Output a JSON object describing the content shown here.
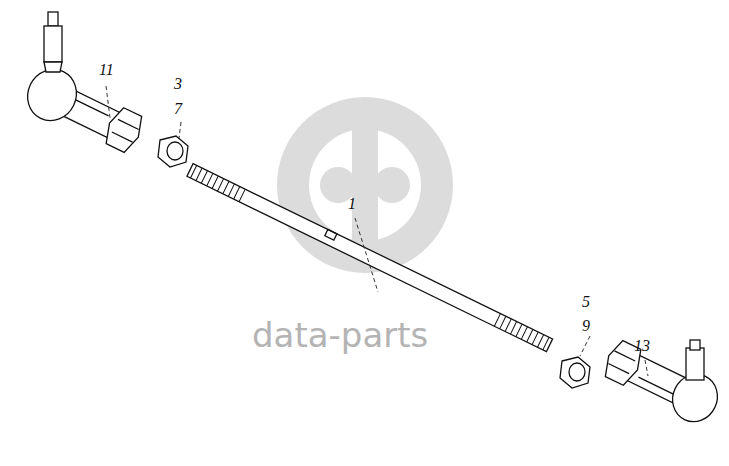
{
  "diagram": {
    "labels": [
      "11",
      "3",
      "7",
      "1",
      "5",
      "9",
      "13",
      "data-parts"
    ]
  }
}
